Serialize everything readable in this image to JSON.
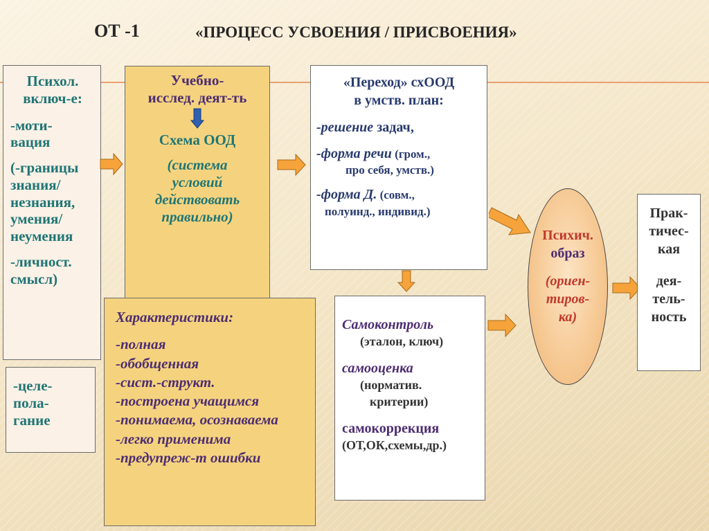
{
  "title": {
    "code": "ОТ -1",
    "text": "«ПРОЦЕСС УСВОЕНИЯ / ПРИСВОЕНИЯ»"
  },
  "box_psych": {
    "heading": [
      "Психол.",
      "включ-е:"
    ],
    "items": [
      "-моти-",
      "вация",
      "(-границы",
      "знания/",
      "незнания,",
      "умения/",
      "неумения",
      "-личност.",
      "смысл)"
    ]
  },
  "box_goal": {
    "lines": [
      "-целе-",
      "пола-",
      "гание"
    ]
  },
  "box_study": {
    "lines1": [
      "Учебно-",
      "исслед. деят-ть"
    ],
    "schema": "Схема  ООД",
    "lines2": [
      "(система",
      "условий",
      "действовать",
      "правильно)"
    ]
  },
  "box_chars": {
    "heading": "Характеристики:",
    "items": [
      "-полная",
      "-обобщенная",
      "-сист.-структ.",
      "-построена учащимся",
      "-понимаема, осознаваема",
      "-легко применима",
      "-предупреж-т ошибки"
    ]
  },
  "box_transition": {
    "l1": "«Переход» схООД",
    "l2": "в умств. план:",
    "l3_it": "-решение",
    "l3": " задач,",
    "l4_it": "-форма речи",
    "l4": " (гром.,",
    "l5": "про себя, умств.)",
    "l6_it": "-форма Д.",
    "l6": " (совм.,",
    "l7": "полуинд., индивид.)"
  },
  "box_control": {
    "c1": "Самоконтроль",
    "c2": "(эталон, ключ)",
    "c3": "самооценка",
    "c4": "(норматив.",
    "c5": "критерии)",
    "c6": "самокоррекция",
    "c7": "(ОТ,ОК,схемы,др.)"
  },
  "oval": {
    "l1": "Психич.",
    "l2": "образ",
    "l3": "(ориен-",
    "l4": "тиров-",
    "l5": "ка)"
  },
  "box_practice": {
    "lines": [
      "Прак-",
      "тичес-",
      "кая",
      "дея-",
      "тель-",
      "ность"
    ]
  },
  "colors": {
    "arrow_orange": "#f5a33a",
    "arrow_blue": "#2e5fb0",
    "box_yellow": "#f5d37e",
    "box_cream": "#fbf1e6",
    "teal_text": "#1f7575",
    "purple_text": "#4d2d72",
    "red_text": "#c0392b"
  }
}
